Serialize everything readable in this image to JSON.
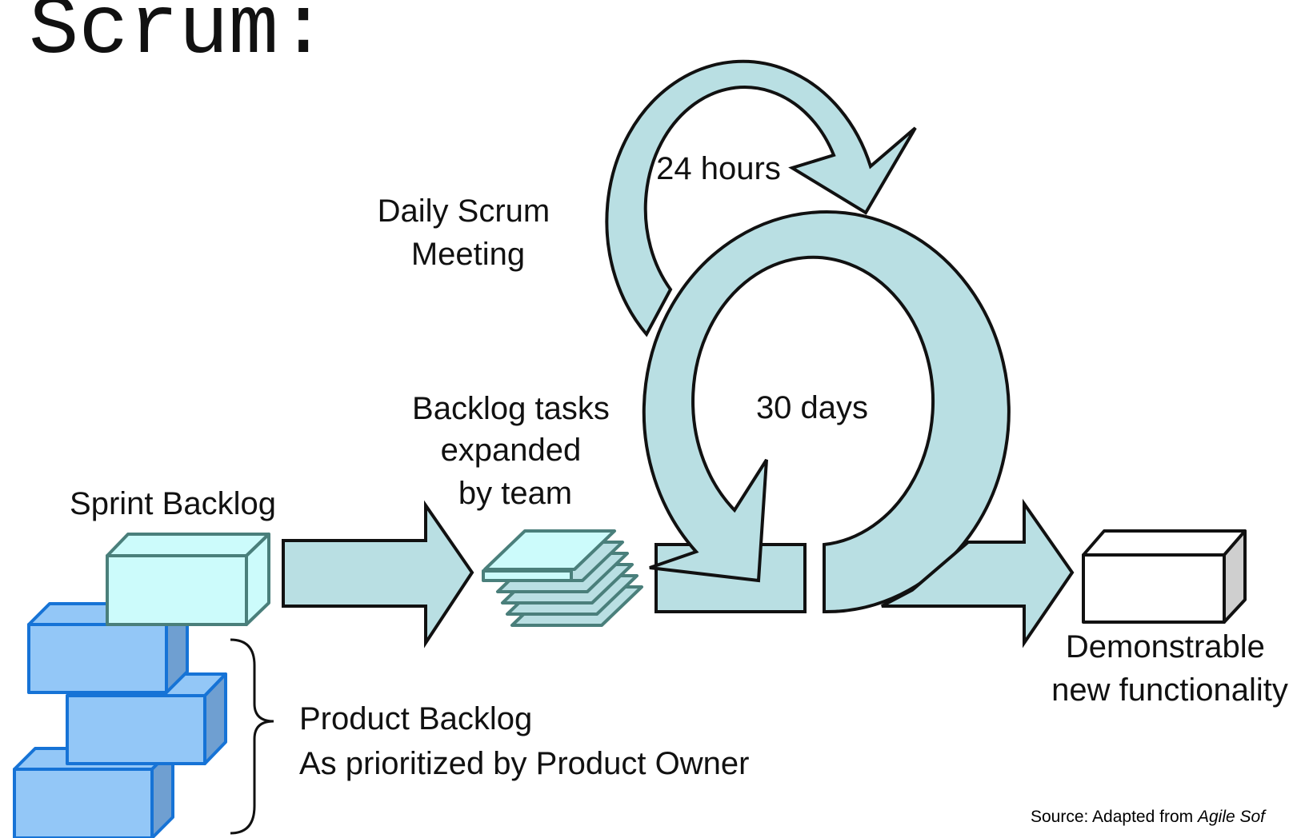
{
  "title": "Scrum:",
  "labels": {
    "daily_scrum_line1": "Daily Scrum",
    "daily_scrum_line2": "Meeting",
    "hours": "24 hours",
    "days": "30 days",
    "tasks_line1": "Backlog tasks",
    "tasks_line2": "expanded",
    "tasks_line3": "by team",
    "sprint_backlog": "Sprint Backlog",
    "product_backlog_line1": "Product Backlog",
    "product_backlog_line2": "As prioritized by Product Owner",
    "demo_line1": "Demonstrable",
    "demo_line2": "new functionality"
  },
  "source": {
    "prefix": "Source: Adapted from ",
    "italic": "Agile Sof"
  },
  "colors": {
    "cycle_fill": "#b9dfe3",
    "sprint_box_face": "#ccfbfb",
    "sprint_box_stroke": "#4a7f7b",
    "product_box_face": "#93c7f7",
    "product_box_side": "#6f9fd1",
    "product_box_stroke": "#1673d6",
    "outline": "#111111",
    "demo_box_side": "#cfcfcf"
  }
}
